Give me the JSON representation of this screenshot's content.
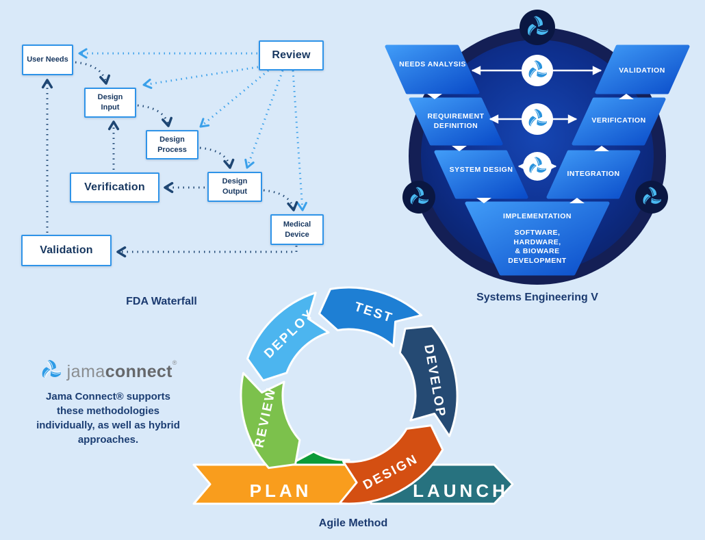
{
  "fda": {
    "caption": "FDA Waterfall",
    "boxes": {
      "user_needs": "User Needs",
      "review": "Review",
      "design_input": "Design Input",
      "design_process": "Design Process",
      "design_output": "Design Output",
      "medical_device": "Medical Device",
      "verification": "Verification",
      "validation": "Validation"
    },
    "colors": {
      "box_border": "#2e93e8",
      "arrow_navy": "#1e4673",
      "arrow_blue": "#3aa0ea"
    }
  },
  "vee": {
    "caption": "Systems Engineering V",
    "left_labels": [
      "NEEDS ANALYSIS",
      "REQUIREMENT DEFINITION",
      "SYSTEM DESIGN"
    ],
    "right_labels": [
      "VALIDATION",
      "VERIFICATION",
      "INTEGRATION"
    ],
    "bottom_title": "IMPLEMENTATION",
    "bottom_sub": "SOFTWARE,\nHARDWARE,\n& BIOWARE\nDEVELOPMENT",
    "colors": {
      "circle_outer": "#141f55",
      "block_light": "#409bf7",
      "block_dark": "#0a4cc9"
    }
  },
  "agile": {
    "caption": "Agile Method",
    "segments": {
      "deploy": "DEPLOY",
      "test": "TEST",
      "develop": "DEVELOP",
      "design": "DESIGN",
      "review": "REVIEW"
    },
    "banners": {
      "plan": "PLAN",
      "launch": "LAUNCH"
    },
    "colors": {
      "deploy": "#4cb5ef",
      "test": "#1e7fd4",
      "develop": "#254a73",
      "design": "#d44f12",
      "review": "#7cc14c",
      "plan_wedge": "#0c9b38",
      "plan": "#f99d1d",
      "launch": "#27727f"
    }
  },
  "brand": {
    "wordmark_first": "jama",
    "wordmark_second": "connect",
    "registered": "®",
    "tagline": "Jama Connect® supports these methodologies individually, as well as hybrid approaches."
  }
}
